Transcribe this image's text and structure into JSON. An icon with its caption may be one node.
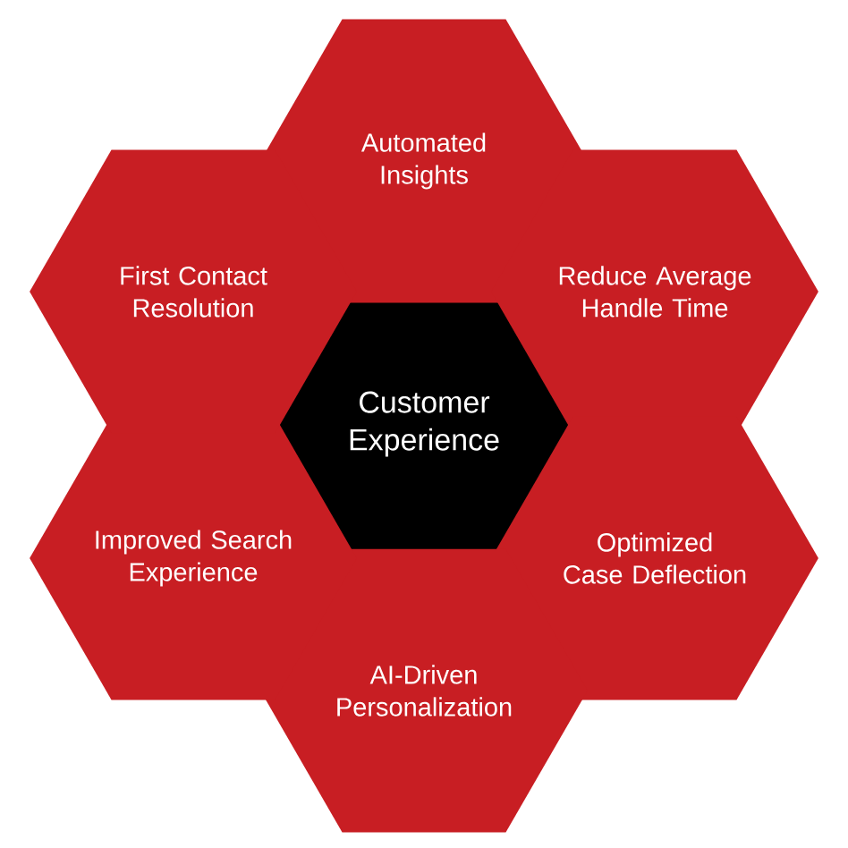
{
  "diagram": {
    "nodes": [
      {
        "text": [
          "Customer Experience"
        ]
      },
      {
        "text": [
          "Automated Insights"
        ]
      },
      {
        "text": [
          "Reduce Average Handle Time"
        ]
      },
      {
        "text": [
          "Optimized Case Deflection"
        ]
      },
      {
        "text": [
          "AI-Driven Personalization"
        ]
      },
      {
        "text": [
          "Improved Search Experience"
        ]
      },
      {
        "text": [
          "First Contact Resolution"
        ]
      }
    ],
    "edges": []
  }
}
